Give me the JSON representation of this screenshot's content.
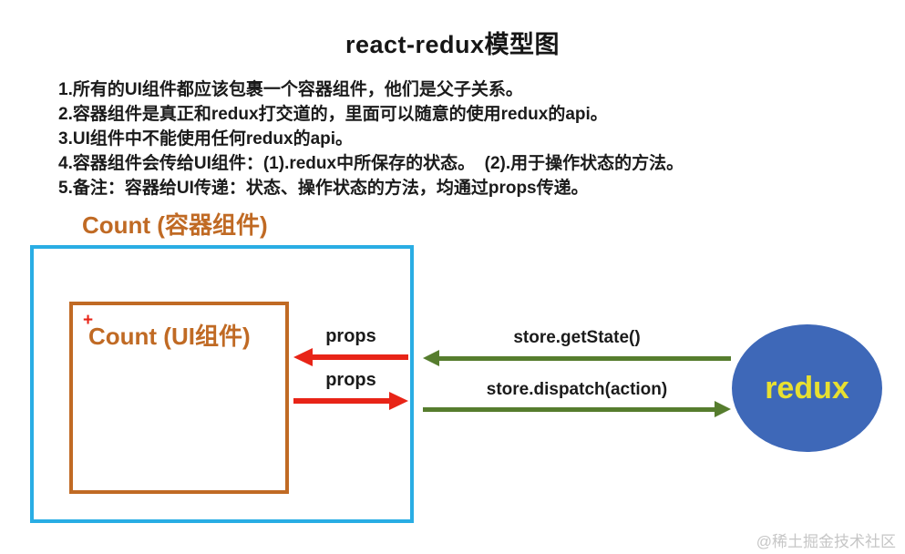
{
  "title": "react-redux模型图",
  "notes": [
    "1.所有的UI组件都应该包裹一个容器组件，他们是父子关系。",
    "2.容器组件是真正和redux打交道的，里面可以随意的使用redux的api。",
    "3.UI组件中不能使用任何redux的api。",
    "4.容器组件会传给UI组件：(1).redux中所保存的状态。  (2).用于操作状态的方法。",
    "5.备注：容器给UI传递：状态、操作状态的方法，均通过props传递。"
  ],
  "diagram": {
    "container_label": "Count (容器组件)",
    "ui_label": "Count (UI组件)",
    "cursor_mark": "+",
    "arrows": {
      "props_to_ui": "props",
      "props_from_ui": "props",
      "get_state": "store.getState()",
      "dispatch": "store.dispatch(action)"
    },
    "redux_label": "redux",
    "colors": {
      "container_border": "#29ade4",
      "ui_border": "#c06a24",
      "orange_label": "#c06a24",
      "props_arrow": "#e82417",
      "store_arrow": "#567d2e",
      "redux_fill": "#3e68b8",
      "redux_text": "#e8e030"
    }
  },
  "watermark": "@稀土掘金技术社区"
}
